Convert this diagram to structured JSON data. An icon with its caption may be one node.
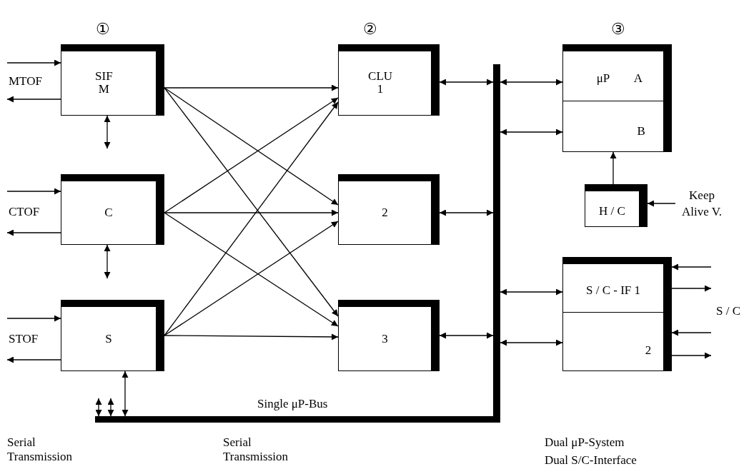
{
  "diagram": {
    "nodes": [
      {
        "text": [
          "SIF M"
        ]
      },
      {
        "text": [
          "C"
        ]
      },
      {
        "text": [
          "S"
        ]
      },
      {
        "text": [
          "CLU 1"
        ]
      },
      {
        "text": [
          "2"
        ]
      },
      {
        "text": [
          "3"
        ]
      },
      {
        "text": [
          "μP",
          "A"
        ]
      },
      {
        "text": [
          "B"
        ]
      },
      {
        "text": [
          "H / C"
        ]
      },
      {
        "text": [
          "S / C - IF 1"
        ]
      },
      {
        "text": [
          "2"
        ]
      },
      {
        "text": [],
        "shape": "bar",
        "beside": [
          "Single μP-Bus"
        ]
      },
      {
        "text": [
          "Keep Alive V."
        ]
      }
    ],
    "edges": [
      {
        "from": null,
        "to": 0,
        "arrow": "to"
      },
      {
        "from": 0,
        "to": null,
        "arrow": "to"
      },
      {
        "from": 0,
        "to": null,
        "arrow": "both"
      },
      {
        "from": null,
        "to": 1,
        "arrow": "to"
      },
      {
        "from": 1,
        "to": null,
        "arrow": "to"
      },
      {
        "from": 1,
        "to": null,
        "arrow": "both"
      },
      {
        "from": null,
        "to": 2,
        "arrow": "to"
      },
      {
        "from": 2,
        "to": null,
        "arrow": "to"
      },
      {
        "from": 0,
        "to": 3,
        "arrow": "to"
      },
      {
        "from": 0,
        "to": 4,
        "arrow": "to"
      },
      {
        "from": 0,
        "to": 5,
        "arrow": "to"
      },
      {
        "from": 1,
        "to": 3,
        "arrow": "to"
      },
      {
        "from": 1,
        "to": 4,
        "arrow": "to"
      },
      {
        "from": 1,
        "to": 5,
        "arrow": "to"
      },
      {
        "from": 2,
        "to": 3,
        "arrow": "to"
      },
      {
        "from": 2,
        "to": 4,
        "arrow": "to"
      },
      {
        "from": 2,
        "to": 5,
        "arrow": "to"
      },
      {
        "from": 2,
        "to": 11,
        "arrow": "both"
      },
      {
        "from": 11,
        "to": null,
        "arrow": "both"
      },
      {
        "from": 11,
        "to": null,
        "arrow": "both"
      },
      {
        "from": 3,
        "to": 11,
        "arrow": "both"
      },
      {
        "from": 4,
        "to": 11,
        "arrow": "both"
      },
      {
        "from": 5,
        "to": 11,
        "arrow": "both"
      },
      {
        "from": 11,
        "to": 6,
        "arrow": "both"
      },
      {
        "from": 11,
        "to": 7,
        "arrow": "both"
      },
      {
        "from": 8,
        "to": 7,
        "arrow": "to"
      },
      {
        "from": 12,
        "to": 8,
        "arrow": "to"
      },
      {
        "from": null,
        "to": 9,
        "arrow": "to"
      },
      {
        "from": 9,
        "to": null,
        "arrow": "to"
      },
      {
        "from": null,
        "to": 10,
        "arrow": "to"
      },
      {
        "from": 10,
        "to": null,
        "arrow": "to"
      },
      {
        "from": 11,
        "to": 9,
        "arrow": "both"
      },
      {
        "from": 11,
        "to": 10,
        "arrow": "both"
      }
    ],
    "labels": [
      "①",
      "②",
      "③",
      "MTOF",
      "CTOF",
      "S / C",
      "STOF",
      "Serial Transmission",
      "Serial Transmission",
      "Dual μP-System",
      "Dual S/C-Interface"
    ]
  }
}
